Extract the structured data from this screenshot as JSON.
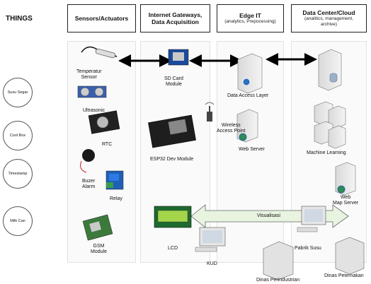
{
  "things_label": "THINGS",
  "headers": {
    "sensors": {
      "title": "Sensors/Actuators"
    },
    "gateways": {
      "title": "Internet Gateways,",
      "title2": "Data Acquisition"
    },
    "edge": {
      "title": "Edge IT",
      "subtitle": "(analytics, Prepocessing)"
    },
    "cloud": {
      "title": "Data Center/Cloud",
      "subtitle": "(analitics, management,",
      "subtitle2": "archive)"
    }
  },
  "things": [
    "Susu Segar",
    "Cool Box",
    "Timestamp",
    "Milk Can"
  ],
  "sensors": {
    "temperature": "Temperatur",
    "temperature2": "Sensor",
    "ultrasonic": "Ultrasonic",
    "rtc": "RTC",
    "buzzer": "Buzer",
    "buzzer2": "Alarm",
    "relay": "Relay",
    "gsm": "GSM",
    "gsm2": "Module"
  },
  "gateways": {
    "sdcard": "SD Card",
    "sdcard2": "Module",
    "esp32": "ESP32 Dev Module",
    "lcd": "LCD"
  },
  "edge": {
    "access_point": "Wireless",
    "access_point2": "Access Point",
    "data_access": "Data Access Layer",
    "web_server": "Web Server"
  },
  "cloud": {
    "machine_learning": "Machine Learning",
    "web_map": "Web",
    "web_map2": "Map Server"
  },
  "bottom": {
    "visualisasi": "Visualisasi",
    "kud": "KUD",
    "pabrik": "Pabrik Susu",
    "dinas_perindustrian": "Dinas Perindustrian",
    "dinas_peternakan": "Dinas Peternakan"
  }
}
